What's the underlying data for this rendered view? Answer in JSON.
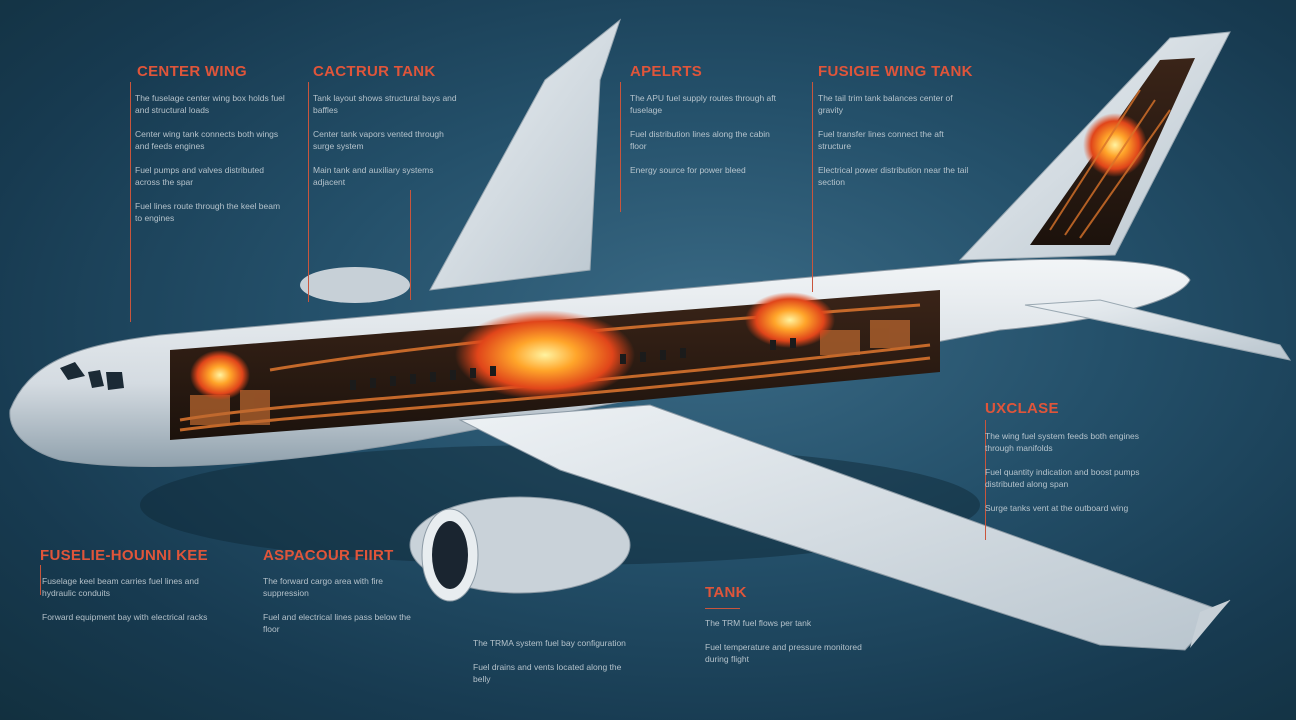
{
  "callouts": {
    "center_wing": {
      "title": "CENTER WING",
      "lines": [
        "The fuselage center wing box holds fuel and structural loads",
        "Center wing tank connects both wings and feeds engines",
        "Fuel pumps and valves distributed across the spar",
        "Fuel lines route through the keel beam to engines"
      ]
    },
    "cactrur_tank": {
      "title": "CACTRUR TANK",
      "lines": [
        "Tank layout shows structural bays and baffles",
        "Center tank vapors vented through surge system",
        "Main tank and auxiliary systems adjacent"
      ]
    },
    "apelrts": {
      "title": "APELRTS",
      "lines": [
        "The APU fuel supply routes through aft fuselage",
        "Fuel distribution lines along the cabin floor",
        "Energy source for power bleed"
      ]
    },
    "fusigie_wing_tank": {
      "title": "FUSIGIE WING TANK",
      "lines": [
        "The tail trim tank balances center of gravity",
        "Fuel transfer lines connect the aft structure",
        "Electrical power distribution near the tail section"
      ]
    },
    "uxclase": {
      "title": "UXCLASE",
      "lines": [
        "The wing fuel system feeds both engines through manifolds",
        "Fuel quantity indication and boost pumps distributed along span",
        "Surge tanks vent at the outboard wing"
      ]
    },
    "fuselie_hounni_kee": {
      "title": "FUSELIE-HOUNNI KEE",
      "lines": [
        "Fuselage keel beam carries fuel lines and hydraulic conduits",
        "Forward equipment bay with electrical racks"
      ]
    },
    "aspacour_firt": {
      "title": "ASPACOUR FIIRT",
      "lines": [
        "The forward cargo area with fire suppression",
        "Fuel and electrical lines pass below the floor"
      ]
    },
    "bottom_mid": {
      "title": "",
      "lines": [
        "The TRMA system fuel bay configuration",
        "Fuel drains and vents located along the belly"
      ]
    },
    "tank": {
      "title": "TANK",
      "lines": [
        "The TRM fuel flows per tank",
        "Fuel temperature and pressure monitored during flight"
      ]
    }
  },
  "colors": {
    "background": "#1c4258",
    "accent": "#e0553a",
    "fuselage": "#dfe5ea",
    "fire": "#ff7a1a"
  }
}
